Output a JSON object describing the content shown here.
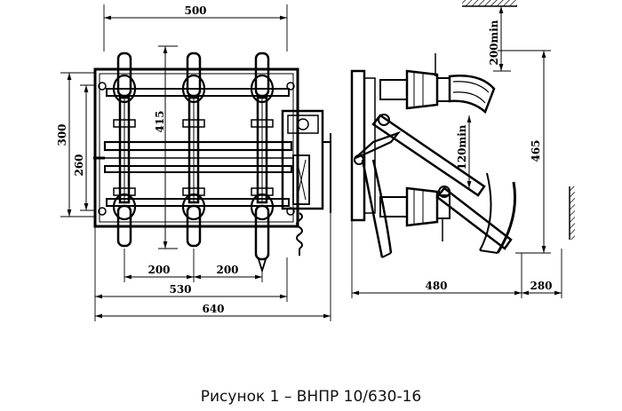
{
  "caption": "Рисунок 1 – ВНПР 10/630-16",
  "dimensions": {
    "d500": "500",
    "d415": "415",
    "d300": "300",
    "d260": "260",
    "d200a": "200",
    "d200b": "200",
    "d530": "530",
    "d640": "640",
    "d200min": "200min",
    "d120min": "120min",
    "d465": "465",
    "d480": "480",
    "d280": "280"
  }
}
